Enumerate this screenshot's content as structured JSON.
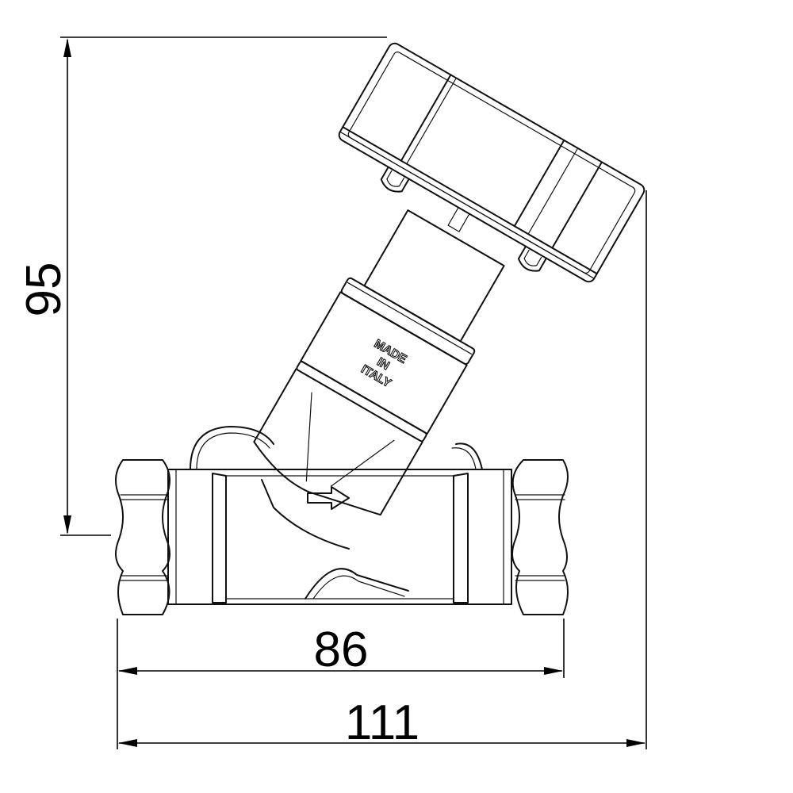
{
  "drawing": {
    "subject": "Y-pattern balancing valve with handwheel",
    "stamp_lines": [
      "MADE",
      "IN",
      "ITALY"
    ],
    "flow_direction": "left-to-right",
    "flow_arrow_icon": "right-arrow-icon"
  },
  "dimensions": {
    "height": {
      "value": "95",
      "orientation": "vertical"
    },
    "body_length": {
      "value": "86",
      "orientation": "horizontal"
    },
    "overall_length": {
      "value": "111",
      "orientation": "horizontal"
    }
  },
  "colors": {
    "line": "#111111",
    "background": "#ffffff"
  }
}
